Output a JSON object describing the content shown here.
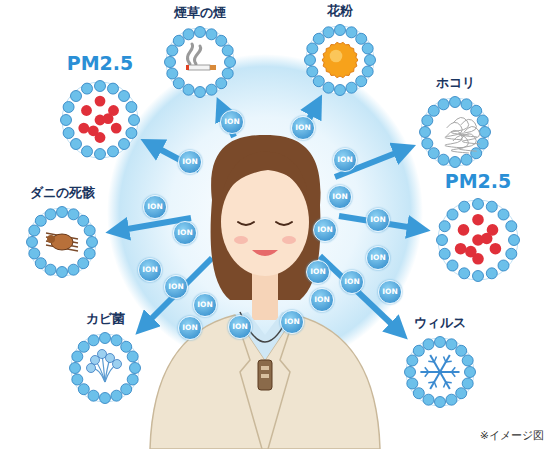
{
  "diagram": {
    "nodes": [
      {
        "text": [
          "PM2.5"
        ]
      },
      {
        "text": [
          "煙草の煙"
        ]
      },
      {
        "text": [
          "花粉"
        ]
      },
      {
        "text": [
          "ホコリ"
        ]
      },
      {
        "text": [
          "PM2.5"
        ]
      },
      {
        "text": [
          "ウィルス"
        ]
      },
      {
        "text": [
          "カビ菌"
        ]
      },
      {
        "text": [
          "ダニの死骸"
        ]
      }
    ],
    "labels": [
      "ION",
      "ION",
      "ION",
      "ION",
      "ION",
      "ION",
      "ION",
      "ION",
      "ION",
      "ION",
      "ION",
      "ION",
      "ION",
      "ION",
      "ION",
      "ION",
      "ION",
      "ION",
      "ION",
      "ION",
      "※イメージ図"
    ]
  }
}
